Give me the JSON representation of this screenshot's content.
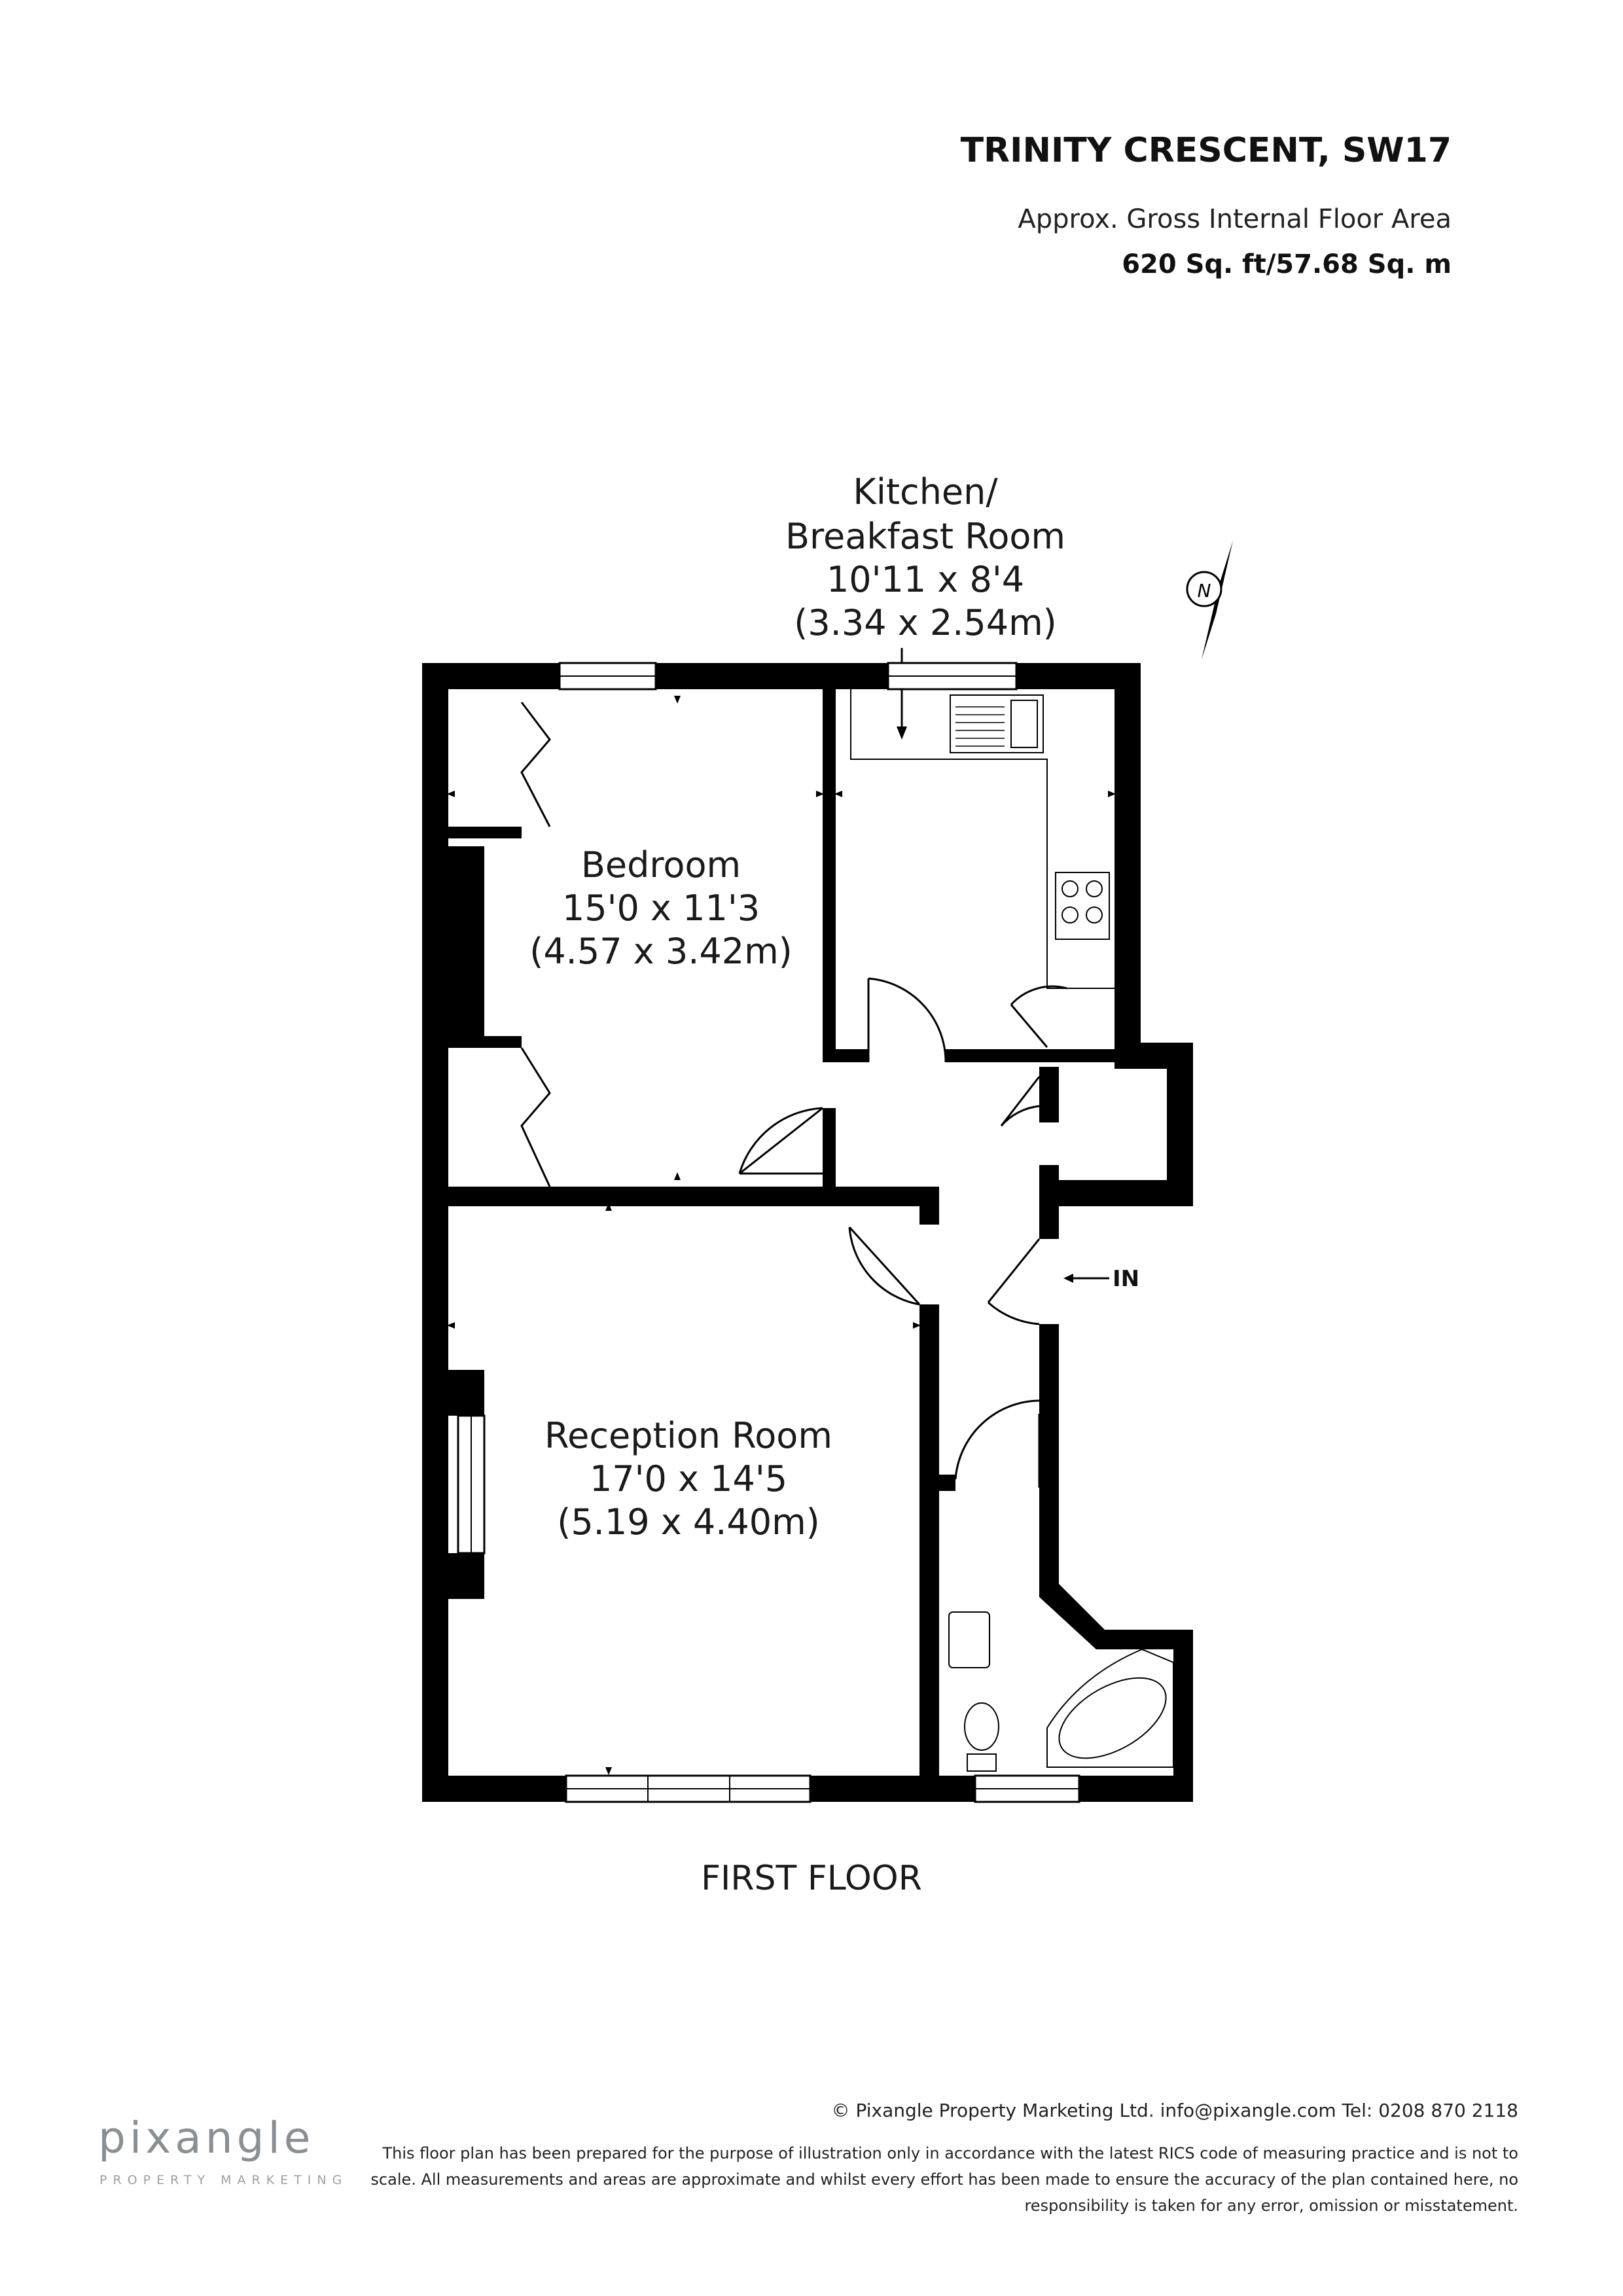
{
  "header": {
    "title": "TRINITY CRESCENT, SW17",
    "subtitle": "Approx. Gross Internal Floor Area",
    "area": "620 Sq. ft/57.68 Sq. m"
  },
  "rooms": {
    "kitchen": {
      "name_line1": "Kitchen/",
      "name_line2": "Breakfast Room",
      "imperial": "10'11 x 8'4",
      "metric": "(3.34 x 2.54m)"
    },
    "bedroom": {
      "name": "Bedroom",
      "imperial": "15'0 x 11'3",
      "metric": "(4.57 x 3.42m)"
    },
    "reception": {
      "name": "Reception Room",
      "imperial": "17'0 x 14'5",
      "metric": "(5.19 x 4.40m)"
    }
  },
  "entrance_label": "IN",
  "compass_label": "N",
  "floor_label": "FIRST FLOOR",
  "footer": {
    "copyright": "© Pixangle Property Marketing Ltd. info@pixangle.com Tel: 0208 870 2118",
    "disclaimer": "This floor plan has been prepared for the purpose of illustration only in accordance with the latest RICS code of measuring practice and is not to scale. All measurements and areas are approximate and whilst every effort has been made to ensure the accuracy of the plan contained here, no responsibility is taken for any error, omission or misstatement.",
    "logo_name": "pixangle",
    "logo_tagline": "PROPERTY MARKETING"
  },
  "colors": {
    "wall": "#000000",
    "text": "#1a1a1a",
    "logo": "#8a8f94"
  }
}
